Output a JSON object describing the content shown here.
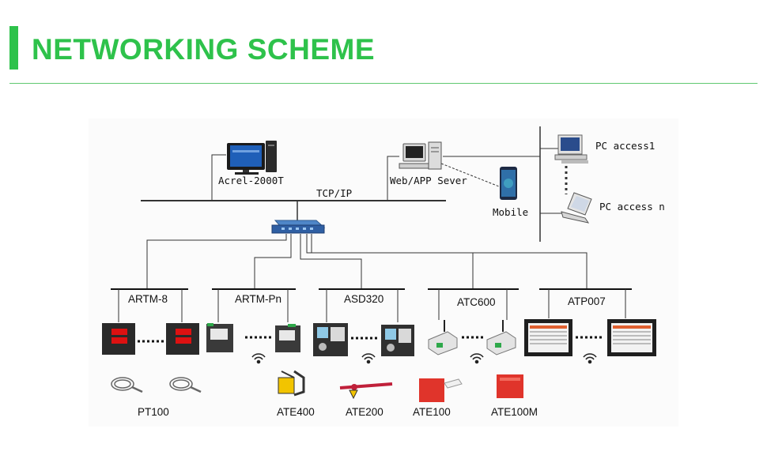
{
  "header": {
    "title": "NETWORKING SCHEME",
    "accent_color": "#2ec24b",
    "rule_color": "#5fc870"
  },
  "network": {
    "server": "Acrel-2000T",
    "bus": "TCP/IP",
    "web_server": "Web/APP Sever",
    "mobile": "Mobile",
    "pc_first": "PC access1",
    "pc_last": "PC access n"
  },
  "groups": [
    {
      "label": "ARTM-8"
    },
    {
      "label": "ARTM-Pn"
    },
    {
      "label": "ASD320"
    },
    {
      "label": "ATC600"
    },
    {
      "label": "ATP007"
    }
  ],
  "sensors": [
    {
      "label": "PT100"
    },
    {
      "label": "ATE400"
    },
    {
      "label": "ATE200"
    },
    {
      "label": "ATE100"
    },
    {
      "label": "ATE100M"
    }
  ],
  "icons": [
    "desktop-computer-icon",
    "server-workstation-icon",
    "smartphone-icon",
    "pc-icon",
    "laptop-icon",
    "network-switch-icon",
    "meter-icon",
    "wireless-icon",
    "touchscreen-panel-icon",
    "temperature-probe-icon"
  ]
}
